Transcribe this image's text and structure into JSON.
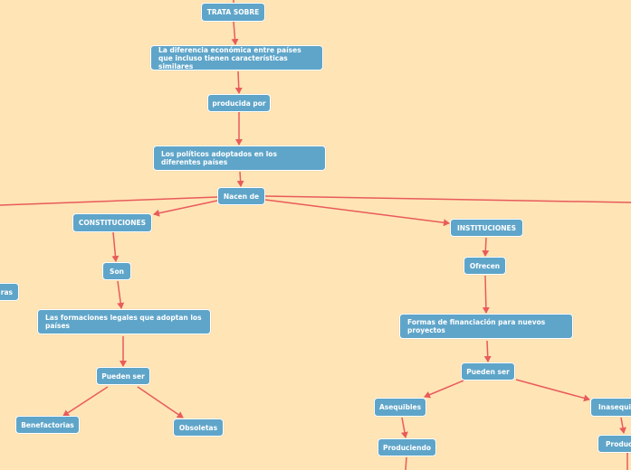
{
  "colors": {
    "background": "#ffe4b5",
    "node_fill": "#5fa5c9",
    "node_text": "#ffffff",
    "edge": "#e85b5b"
  },
  "nodes": {
    "trata_sobre": "TRATA SOBRE",
    "diferencia": "La diferencia económica entre países que incluso tienen características similares",
    "producida_por": "producida por",
    "politicos": "Los políticos adoptados en los diferentes países",
    "nacen_de": "Nacen de",
    "constituciones": "CONSTITUCIONES",
    "son": "Son",
    "formaciones": "Las formaciones legales que adoptan los países",
    "pueden_ser_left": "Pueden ser",
    "benefactorias": "Benefactorias",
    "obsoletas": "Obsoletas",
    "partial_left": "ras",
    "instituciones": "INSTITUCIONES",
    "ofrecen": "Ofrecen",
    "formas": "Formas de financiación para nuevos proyectos",
    "pueden_ser_right": "Pueden ser",
    "asequibles": "Asequibles",
    "inasequibles": "Inasequibles",
    "produciendo_left": "Produciendo",
    "produciendo_right": "Produciendo"
  }
}
